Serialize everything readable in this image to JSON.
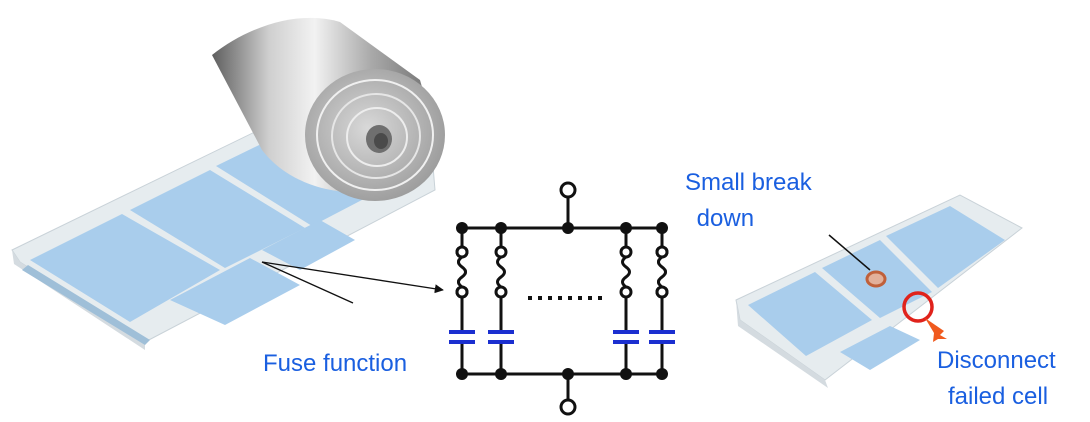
{
  "labels": {
    "fuse_function": "Fuse function",
    "small_break_line1": "Small break",
    "small_break_line2": " down",
    "disconnect_line1": "Disconnect",
    "disconnect_line2": "failed cell"
  },
  "colors": {
    "label_text": "#1a5fe0",
    "film_blue": "#a9cdec",
    "film_base": "#e6ecef",
    "capacitor": "#1b2fd0",
    "highlight_ring": "#e0221b",
    "breakdown_spot": "#c0603a",
    "wire": "#111111"
  }
}
